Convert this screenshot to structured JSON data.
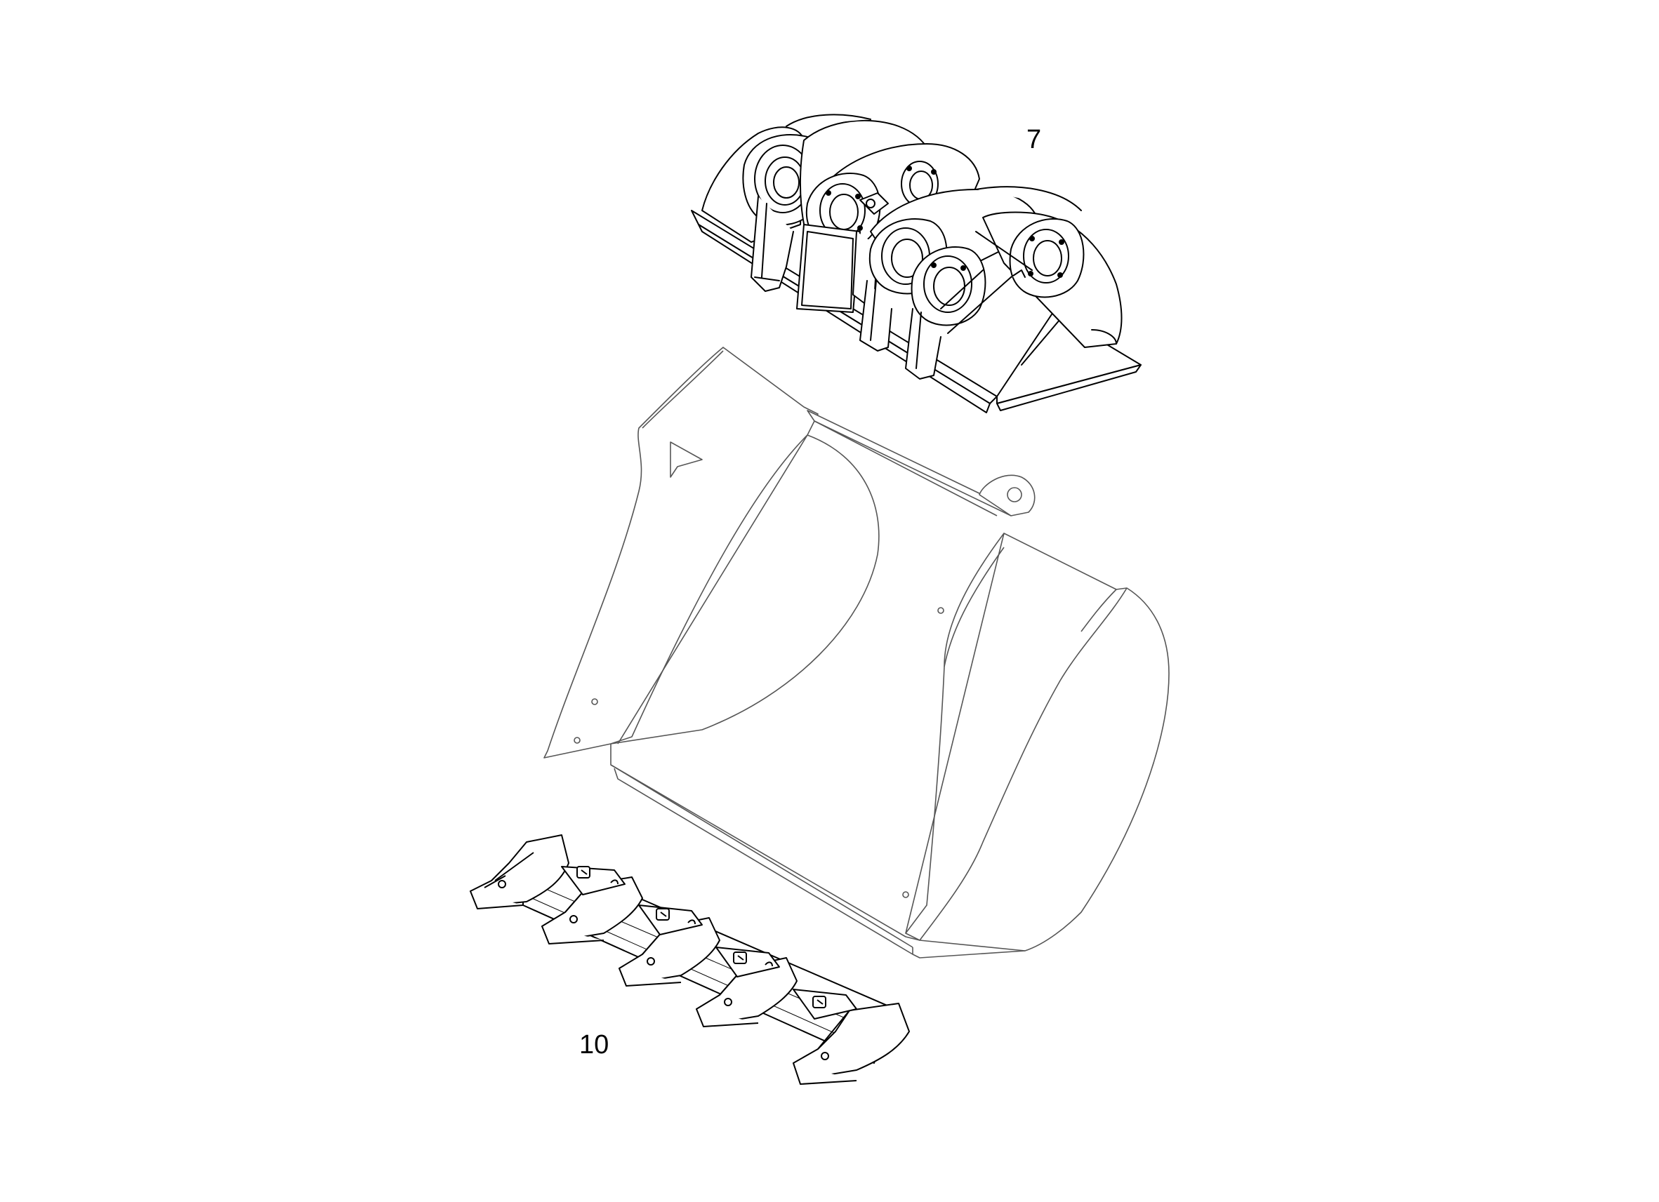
{
  "parts": [
    {
      "id": "part-7",
      "label": "7"
    },
    {
      "id": "part-10",
      "label": "10"
    }
  ],
  "colors": {
    "line": "#000000",
    "light_line": "#555555",
    "background": "#ffffff"
  }
}
